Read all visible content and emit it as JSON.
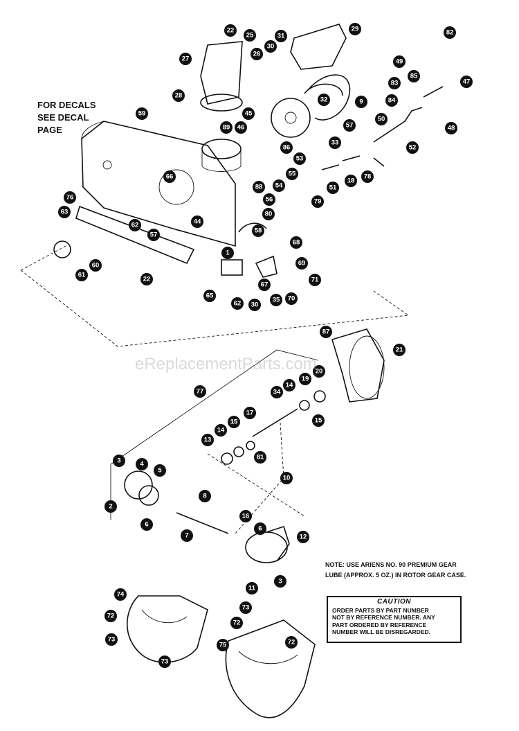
{
  "notes": {
    "decals": [
      "FOR DECALS",
      "SEE DECAL",
      "PAGE"
    ],
    "lube": [
      "NOTE: USE ARIENS NO. 90 PREMIUM GEAR",
      "LUBE (APPROX. 5 OZ.) IN ROTOR GEAR CASE."
    ],
    "caution_title": "CAUTION",
    "caution_lines": [
      "ORDER PARTS BY PART NUMBER",
      "NOT BY REFERENCE NUMBER.  ANY",
      "PART ORDERED BY REFERENCE",
      "NUMBER WILL BE DISREGARDED."
    ]
  },
  "watermark": "eReplacementParts.com",
  "callouts": [
    "22",
    "25",
    "31",
    "30",
    "29",
    "82",
    "27",
    "26",
    "49",
    "85",
    "28",
    "83",
    "47",
    "84",
    "9",
    "32",
    "45",
    "57",
    "50",
    "59",
    "89",
    "46",
    "48",
    "33",
    "86",
    "53",
    "52",
    "66",
    "55",
    "51",
    "18",
    "78",
    "88",
    "54",
    "79",
    "76",
    "56",
    "63",
    "80",
    "62",
    "57",
    "44",
    "58",
    "1",
    "68",
    "22",
    "61",
    "60",
    "65",
    "67",
    "69",
    "71",
    "62",
    "30",
    "35",
    "70",
    "87",
    "21",
    "77",
    "20",
    "19",
    "34",
    "14",
    "15",
    "17",
    "15",
    "13",
    "14",
    "15",
    "81",
    "3",
    "4",
    "5",
    "10",
    "2",
    "8",
    "6",
    "16",
    "7",
    "6",
    "12",
    "11",
    "3",
    "74",
    "73",
    "72",
    "72",
    "73",
    "75",
    "72",
    "73"
  ]
}
